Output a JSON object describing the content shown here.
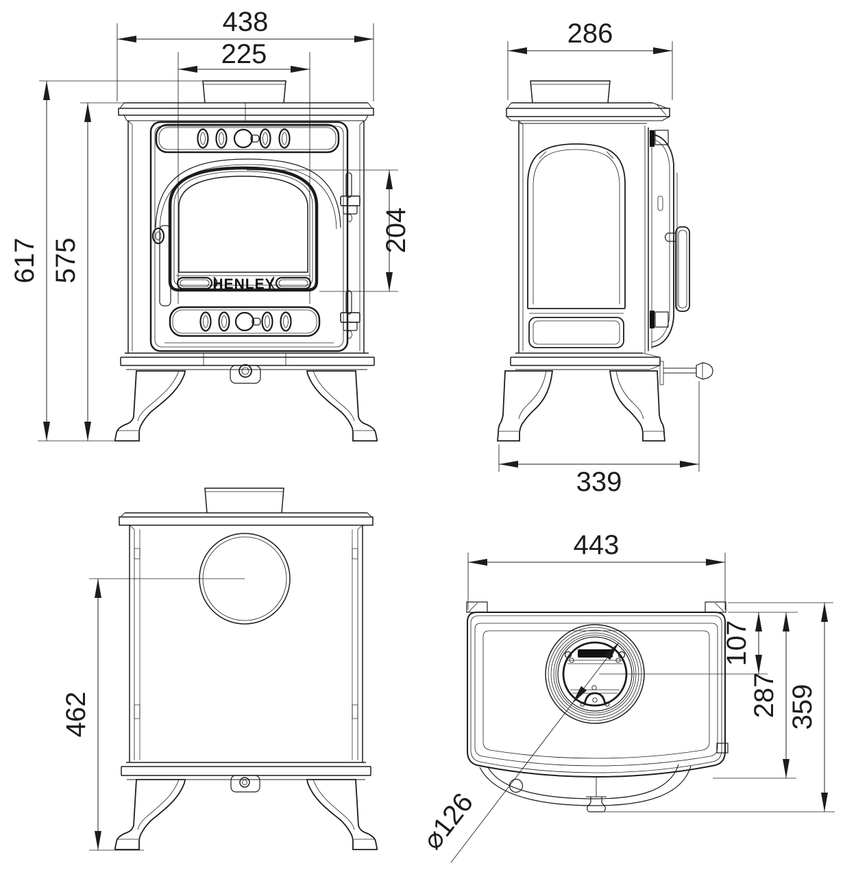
{
  "drawing": {
    "brand": "HENLEY",
    "views": {
      "front": {
        "overall_width": "438",
        "door_glass_width": "225",
        "overall_height": "617",
        "body_height": "575",
        "door_glass_height": "204"
      },
      "side": {
        "top_plate_depth": "286",
        "overall_depth_with_handle": "339"
      },
      "rear": {
        "flue_centre_height": "462"
      },
      "top": {
        "overall_width": "443",
        "flue_centre_from_back": "107",
        "top_plate_depth": "287",
        "overall_depth": "359",
        "flue_diameter": "⌀126"
      }
    }
  }
}
